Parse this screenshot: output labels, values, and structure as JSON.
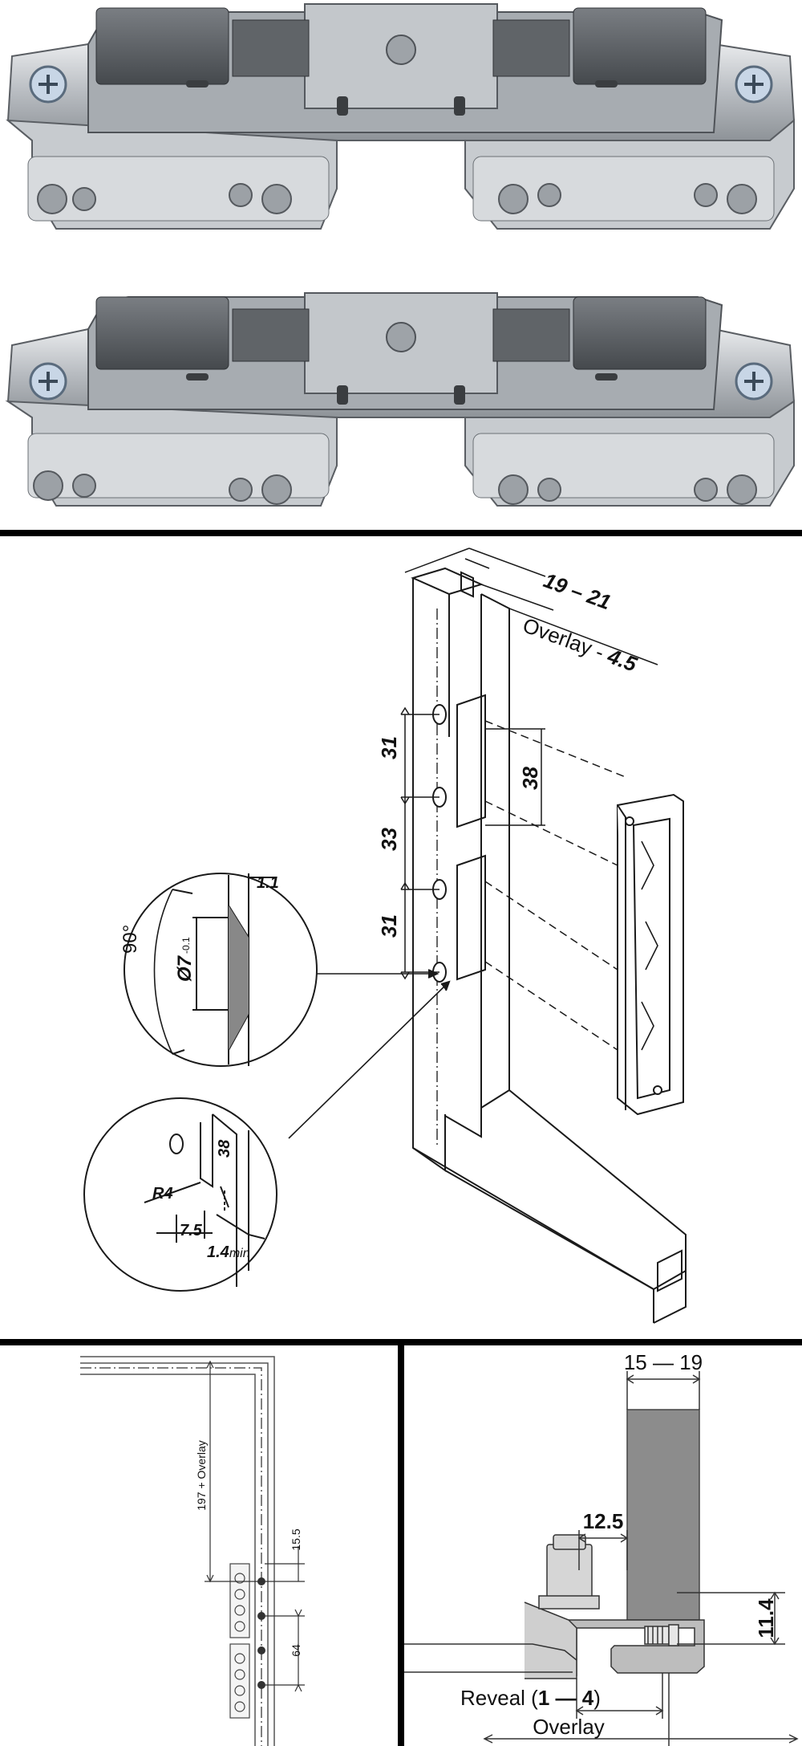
{
  "photos": [
    {
      "name": "hinge-plate-photo-top"
    },
    {
      "name": "hinge-plate-photo-bottom"
    }
  ],
  "iso_drawing": {
    "dim_thickness": "19 – 21",
    "dim_overlay": "Overlay - ",
    "dim_overlay_value": "4.5",
    "dim_spacing_top": "31",
    "dim_spacing_mid": "33",
    "dim_spacing_bottom": "31",
    "dim_slot_length": "38",
    "detail1": {
      "angle": "90°",
      "diameter": "Ø7",
      "tolerance": "-0.1",
      "depth": "1.1"
    },
    "detail2": {
      "radius": "R4",
      "slot": "38",
      "offset": "7.5",
      "min_value": "1.4",
      "min_unit": "min"
    }
  },
  "front_view": {
    "vertical_dim": "197 + Overlay",
    "dim_small": "15.5",
    "dim_pitch": "64"
  },
  "section_view": {
    "dim_door": "15 — 19",
    "dim_setback": "12.5",
    "dim_height": "11.4",
    "reveal_label": "Reveal (",
    "reveal_value": "1 — 4",
    "reveal_close": ")",
    "overlay_label": "Overlay"
  },
  "colors": {
    "metal": "#b9bdc2",
    "plastic": "#5b5f63",
    "door": "#8c8c8c",
    "profile": "#bdbdbd",
    "line": "#1a1a1a"
  }
}
